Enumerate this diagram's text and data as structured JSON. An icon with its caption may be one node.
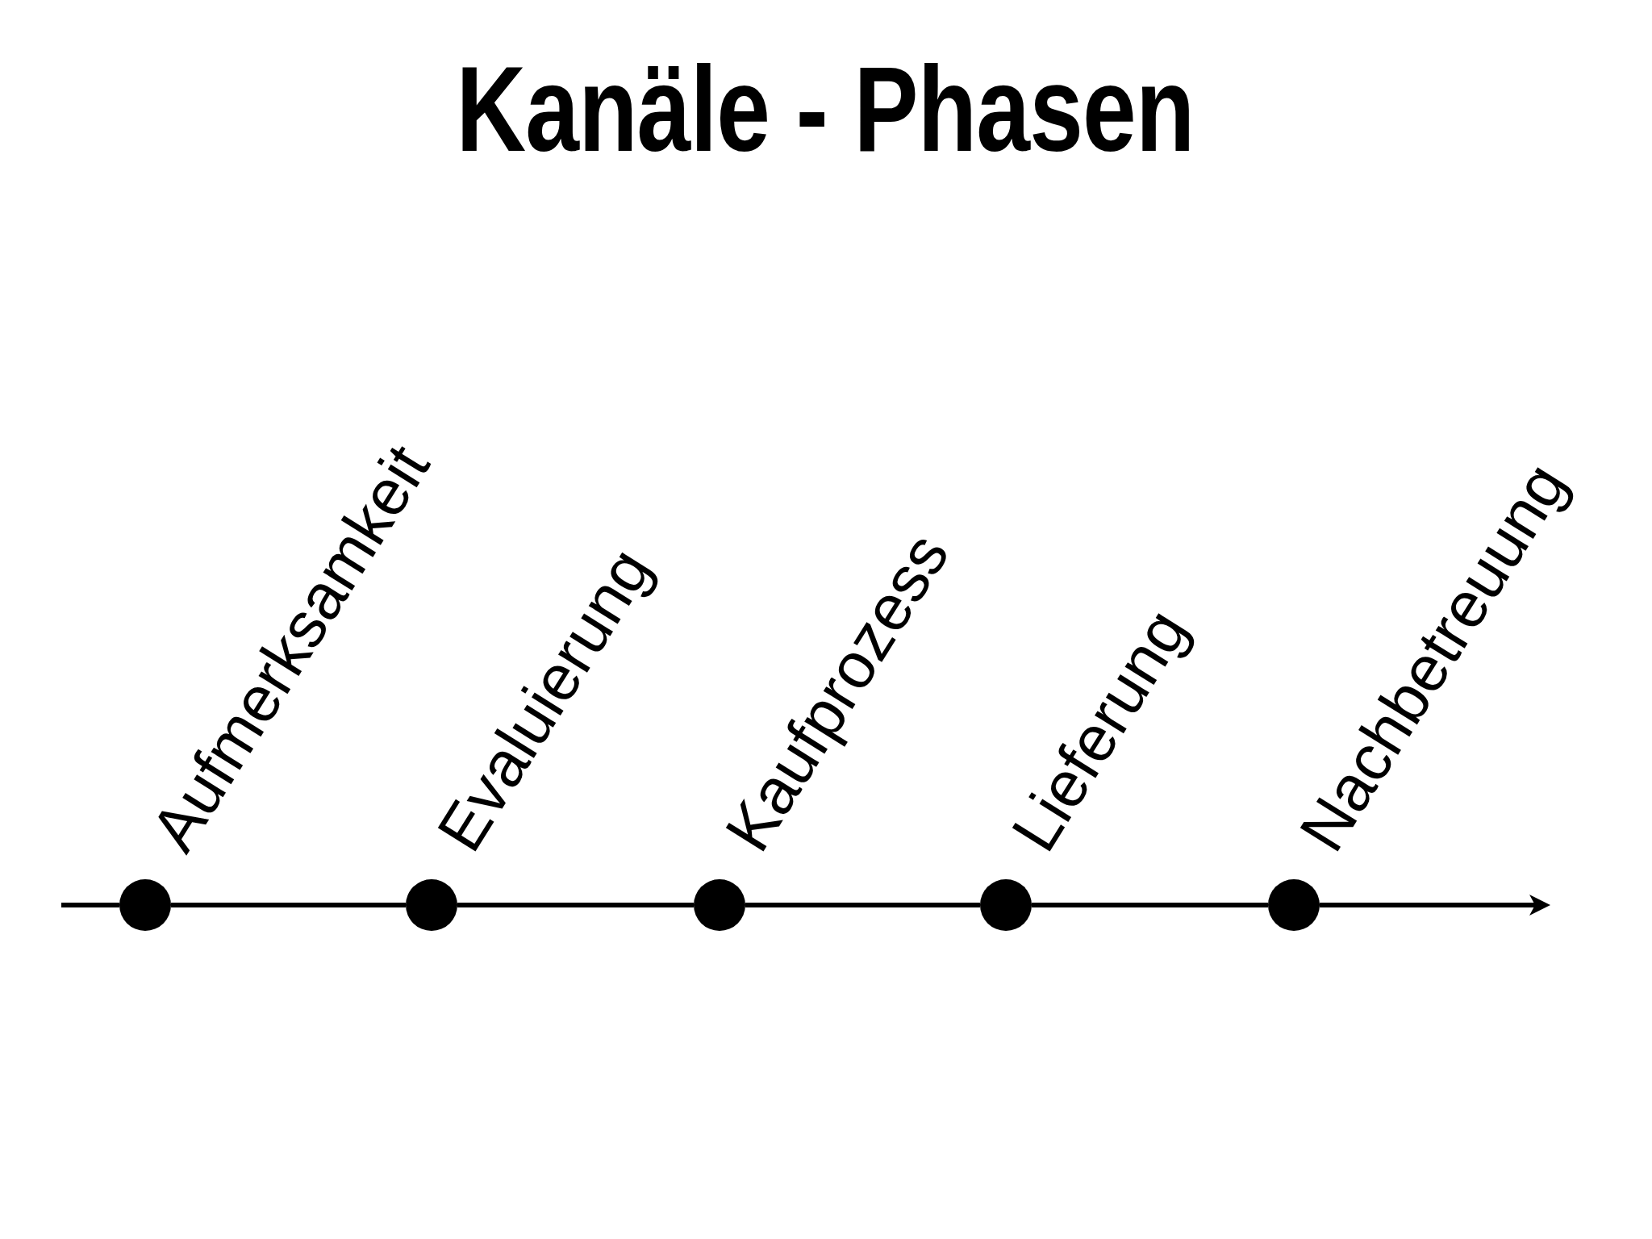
{
  "diagram": {
    "title": "Kanäle - Phasen",
    "nodes": [
      {
        "text": [],
        "shape": "circle",
        "beside": [
          "Aufmerksamkeit"
        ]
      },
      {
        "text": [],
        "shape": "circle",
        "beside": [
          "Evaluierung"
        ]
      },
      {
        "text": [],
        "shape": "circle",
        "beside": [
          "Kaufprozess"
        ]
      },
      {
        "text": [],
        "shape": "circle",
        "beside": [
          "Lieferung"
        ]
      },
      {
        "text": [],
        "shape": "circle",
        "beside": [
          "Nachbetreuung"
        ]
      }
    ],
    "edges": [
      {
        "from": null,
        "to": 0,
        "arrow": "none"
      },
      {
        "from": 0,
        "to": 1,
        "arrow": "none"
      },
      {
        "from": 1,
        "to": 2,
        "arrow": "none"
      },
      {
        "from": 2,
        "to": 3,
        "arrow": "none"
      },
      {
        "from": 3,
        "to": 4,
        "arrow": "none"
      },
      {
        "from": 4,
        "to": null,
        "arrow": "to"
      }
    ]
  }
}
